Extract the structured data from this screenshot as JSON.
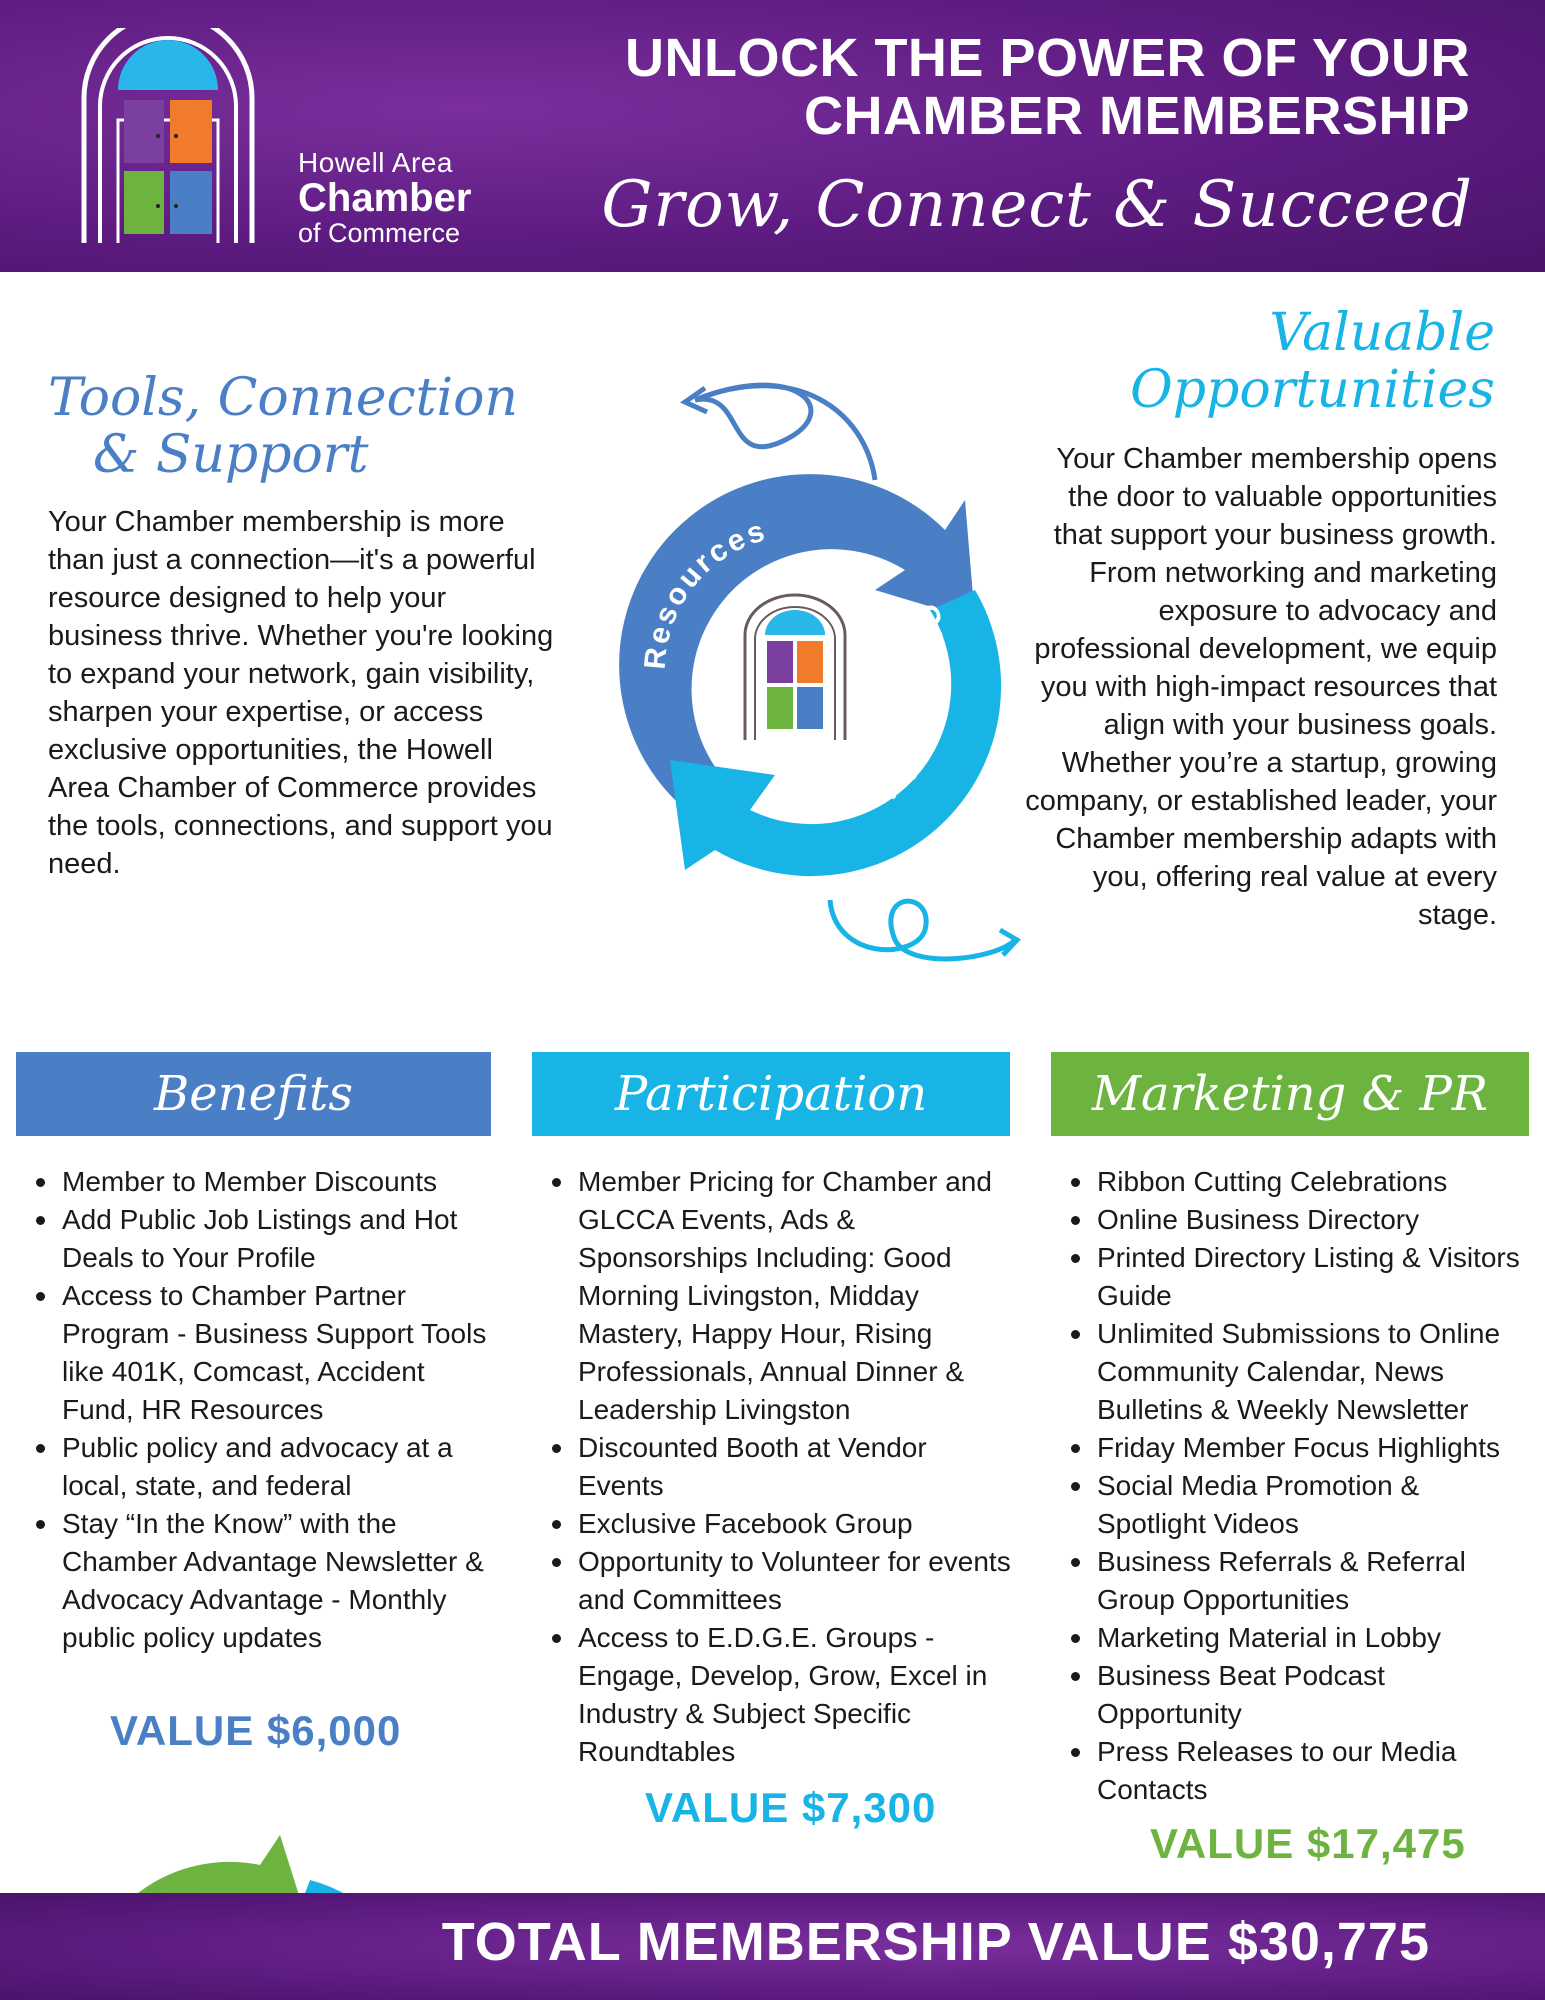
{
  "header": {
    "org_line1": "Howell Area",
    "org_line2": "Chamber",
    "org_line3": "of Commerce",
    "headline_line1": "UNLOCK THE POWER OF YOUR",
    "headline_line2": "CHAMBER MEMBERSHIP",
    "tagline": "Grow, Connect & Succeed"
  },
  "tools": {
    "heading_line1": "Tools, Connection",
    "heading_line2": "& Support",
    "body": "Your Chamber membership is more than just a connection—it's a powerful resource designed to help your business thrive. Whether you're looking to expand your network, gain visibility, sharpen your expertise, or access exclusive opportunities, the Howell Area Chamber of Commerce provides the tools, connections, and support you need."
  },
  "valuable": {
    "heading_line1": "Valuable",
    "heading_line2": "Opportunities",
    "body": "Your Chamber membership opens the door to valuable opportunities that support your business growth. From networking and marketing exposure to advocacy and professional development, we equip you with high-impact resources that align with your business goals. Whether you’re a startup, growing company, or established leader, your Chamber membership adapts with you, offering real value at every stage."
  },
  "cycle": {
    "label_left": "Resources",
    "label_right": "Opportunities"
  },
  "columns": {
    "benefits": {
      "title": "Benefits",
      "items": [
        "Member to Member Discounts",
        "Add Public Job Listings and Hot Deals to Your Profile",
        "Access to Chamber Partner Program - Business Support Tools like 401K, Comcast, Accident Fund, HR Resources",
        "Public policy and advocacy at a local, state, and federal",
        "Stay “In the Know” with the Chamber Advantage Newsletter & Advocacy Advantage - Monthly public policy updates"
      ],
      "value": "VALUE $6,000"
    },
    "participation": {
      "title": "Participation",
      "items": [
        "Member Pricing for Chamber and GLCCA Events, Ads & Sponsorships Including: Good Morning Livingston, Midday Mastery,  Happy Hour, Rising Professionals, Annual Dinner & Leadership Livingston",
        "Discounted Booth at Vendor Events",
        "Exclusive Facebook Group",
        "Opportunity to Volunteer for events and Committees",
        "Access to E.D.G.E. Groups - Engage, Develop, Grow, Excel in Industry & Subject Specific Roundtables"
      ],
      "value": "VALUE $7,300"
    },
    "marketing": {
      "title": "Marketing & PR",
      "items": [
        "Ribbon Cutting Celebrations",
        "Online Business Directory",
        "Printed Directory Listing & Visitors Guide",
        "Unlimited Submissions to Online Community Calendar, News Bulletins & Weekly Newsletter",
        "Friday Member Focus Highlights",
        "Social Media Promotion & Spotlight Videos",
        "Business Referrals & Referral Group Opportunities",
        "Marketing Material in Lobby",
        "Business Beat Podcast Opportunity",
        "Press Releases to our Media Contacts"
      ],
      "value": "VALUE $17,475"
    }
  },
  "footer": {
    "total": "TOTAL MEMBERSHIP VALUE $30,775"
  },
  "colors": {
    "purple": "#5e1c82",
    "blue": "#4a7fc5",
    "cyan": "#18b4e6",
    "green": "#6db33f",
    "orange": "#f07c2b",
    "door_purple": "#7b3fa0"
  }
}
